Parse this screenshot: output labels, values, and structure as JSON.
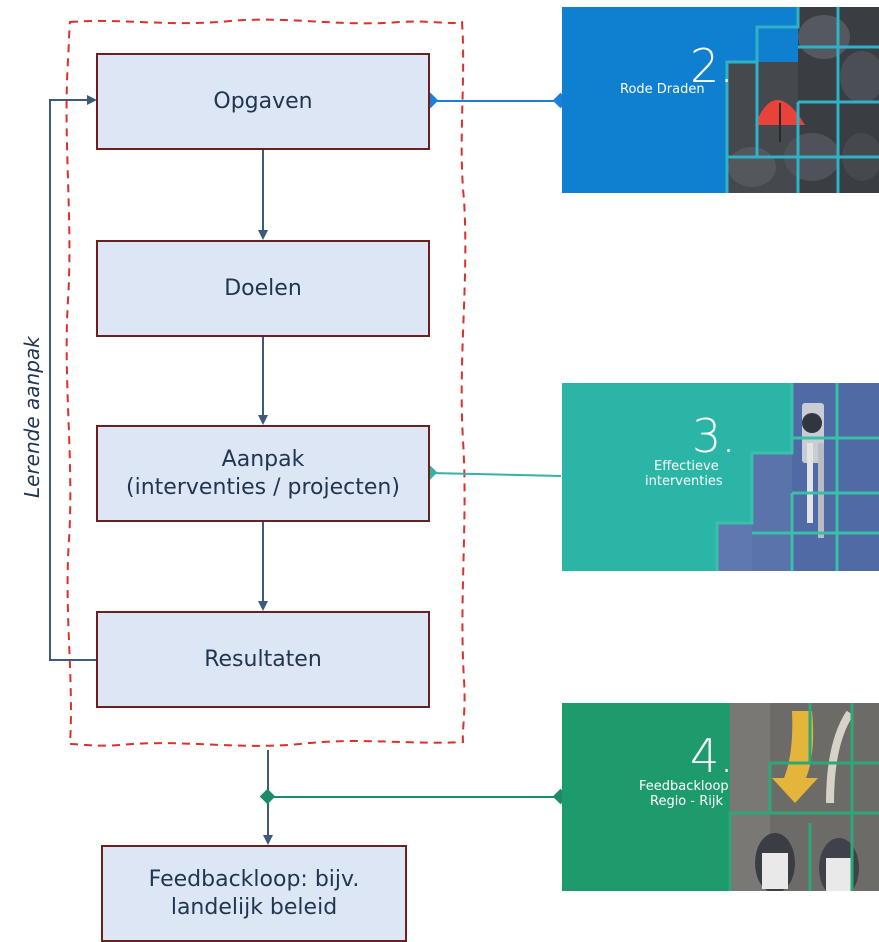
{
  "diagram": {
    "side_label": "Lerende aanpak",
    "steps": [
      {
        "label": "Opgaven"
      },
      {
        "label": "Doelen"
      },
      {
        "label": "Aanpak",
        "label2": "(interventies / projecten)"
      },
      {
        "label": "Resultaten"
      }
    ],
    "feedback_box": {
      "line1": "Feedbackloop: bijv.",
      "line2": "landelijk beleid"
    }
  },
  "cards": [
    {
      "number": "2.",
      "line1": "Rode Draden",
      "line2": "",
      "color": "#0f7fd0",
      "accent": "#e8433a"
    },
    {
      "number": "3.",
      "line1": "Effectieve",
      "line2": "interventies",
      "color": "#2bb5a6",
      "accent": "#4f6aa4"
    },
    {
      "number": "4.",
      "line1": "Feedbackloop",
      "line2": "Regio - Rijk",
      "color": "#1d9b6c",
      "accent": "#e3b63b"
    }
  ],
  "colors": {
    "box_fill": "#dde6f5",
    "box_border": "#6b1f1f",
    "arrow": "#3d5a78",
    "dashed_border": "#d9312b",
    "connector_blue": "#1e7fd6",
    "connector_teal": "#33b3a6",
    "connector_green": "#1d8a6a"
  }
}
